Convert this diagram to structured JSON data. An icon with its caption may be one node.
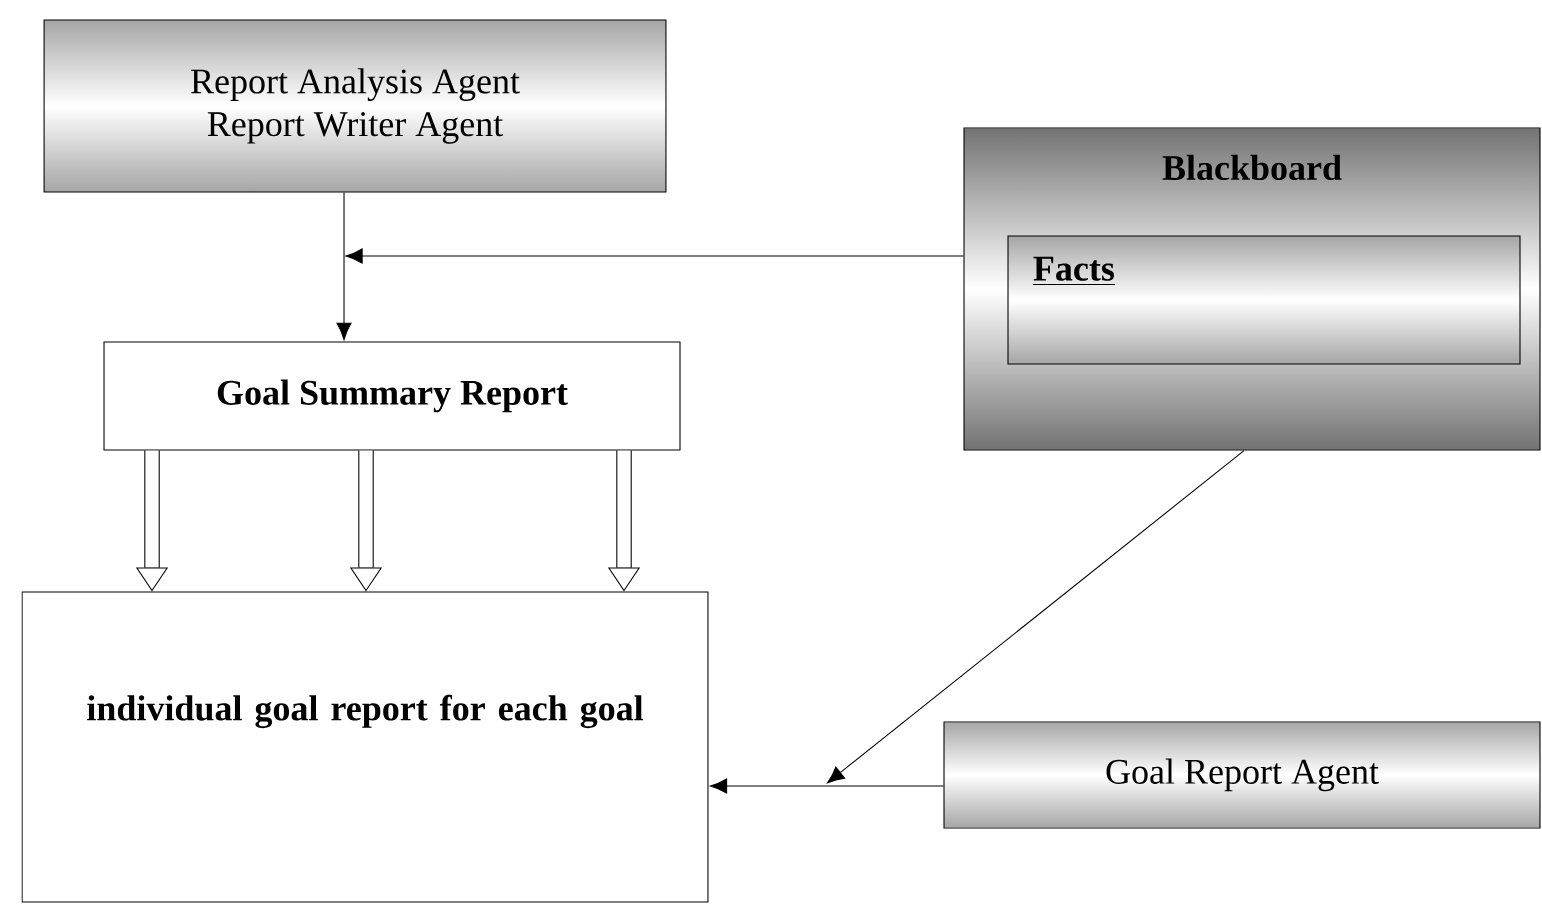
{
  "diagram": {
    "nodes": [
      {
        "text": [
          "Report Analysis Agent",
          "Report Writer Agent"
        ]
      },
      {
        "text": [
          "Goal Summary Report"
        ]
      },
      {
        "text": [
          "Blackboard"
        ]
      },
      {
        "text": [
          "Facts"
        ],
        "in": 2
      },
      {
        "text": [
          "individual goal report for each goal"
        ]
      },
      {
        "text": [
          "Goal Report Agent"
        ]
      }
    ],
    "edges": [
      {
        "from": 0,
        "to": 1,
        "arrow": "to"
      },
      {
        "from": 2,
        "to": null,
        "arrow": "to"
      },
      {
        "from": 1,
        "to": 4,
        "arrow": "to",
        "style": "thick"
      },
      {
        "from": 1,
        "to": 4,
        "arrow": "to",
        "style": "thick"
      },
      {
        "from": 1,
        "to": 4,
        "arrow": "to",
        "style": "thick"
      },
      {
        "from": 5,
        "to": 4,
        "arrow": "to"
      },
      {
        "from": 2,
        "to": null,
        "arrow": "to"
      }
    ]
  }
}
